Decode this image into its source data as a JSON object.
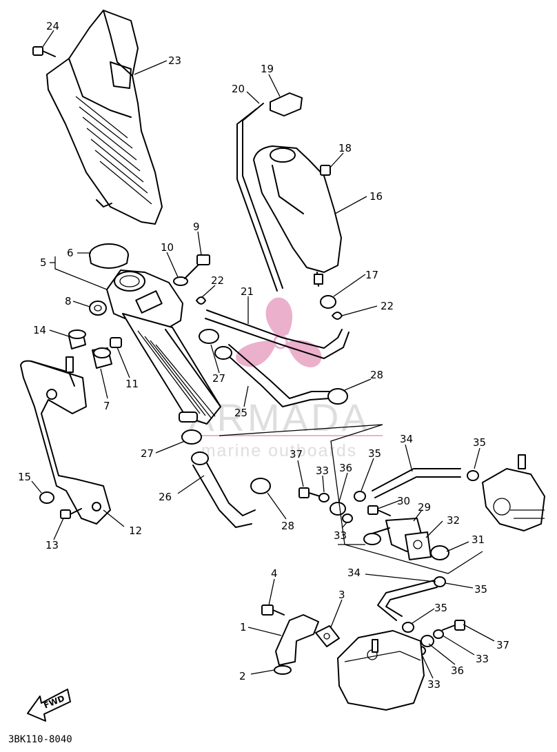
{
  "diagram": {
    "drawing_code": "3BK110-8040",
    "fwd_label": "FWD",
    "watermark": {
      "brand": "ARMADA",
      "tagline": "marine outboards",
      "color": "#e8a3c4"
    },
    "callouts": [
      "1",
      "2",
      "3",
      "4",
      "5",
      "6",
      "8",
      "9",
      "10",
      "11",
      "12",
      "13",
      "14",
      "15",
      "16",
      "17",
      "18",
      "19",
      "20",
      "21",
      "22",
      "22",
      "23",
      "24",
      "25",
      "26",
      "27",
      "27",
      "28",
      "28",
      "29",
      "30",
      "31",
      "32",
      "33",
      "33",
      "33",
      "33",
      "34",
      "34",
      "35",
      "35",
      "35",
      "35",
      "36",
      "36",
      "37",
      "37",
      "7"
    ]
  }
}
